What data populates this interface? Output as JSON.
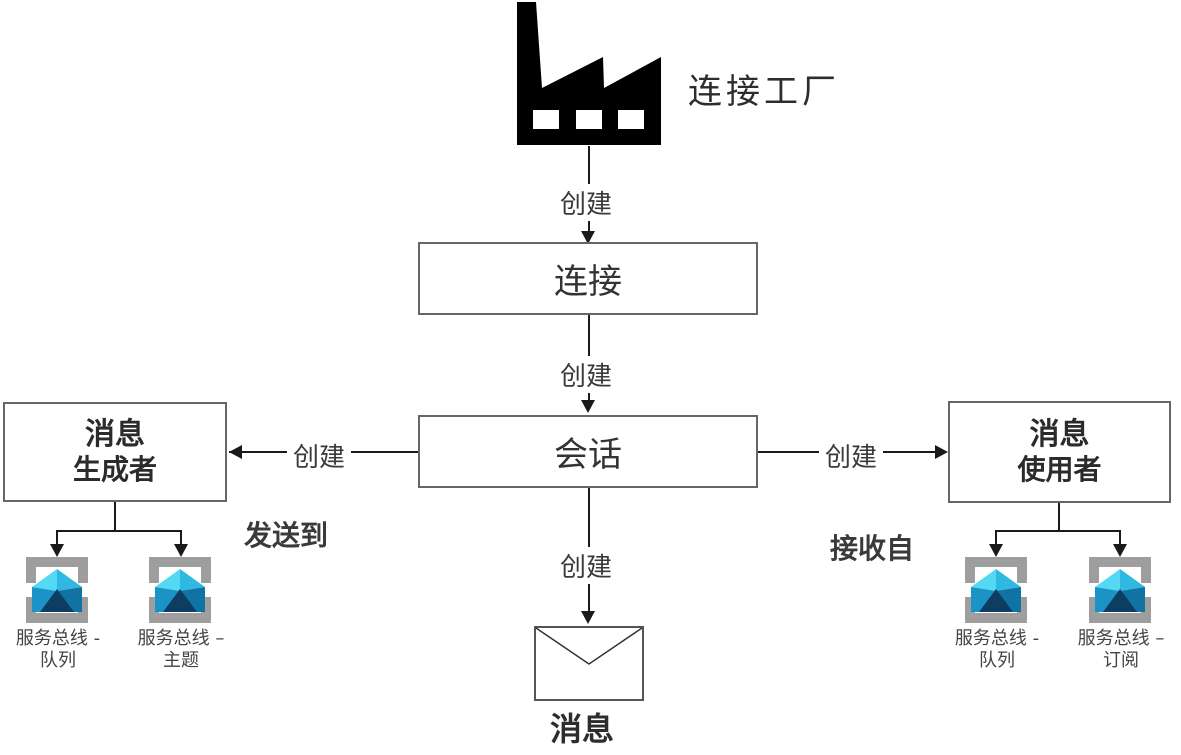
{
  "nodes": {
    "factory": {
      "label": "连接工厂"
    },
    "connection": {
      "label": "连接"
    },
    "session": {
      "label": "会话"
    },
    "producer": {
      "line1": "消息",
      "line2": "生成者"
    },
    "consumer": {
      "line1": "消息",
      "line2": "使用者"
    },
    "message": {
      "label": "消息"
    }
  },
  "edges": {
    "create": "创建",
    "send_to": "发送到",
    "receive_from": "接收自"
  },
  "service_bus_nodes": [
    {
      "line1": "服务总线 -",
      "line2": "队列"
    },
    {
      "line1": "服务总线 –",
      "line2": "主题"
    },
    {
      "line1": "服务总线 -",
      "line2": "队列"
    },
    {
      "line1": "服务总线 –",
      "line2": "订阅"
    }
  ],
  "icons": {
    "factory": "factory-icon",
    "service_bus": "service-bus-bracket-envelope-icon",
    "message": "envelope-icon"
  },
  "colors": {
    "background": "#FFFFFF",
    "line": "#1A1A1A",
    "box_border": "#666666",
    "text_primary": "#333333",
    "bracket_gray": "#9E9E9E",
    "envelope_flap_light": "#53D9F4",
    "envelope_flap_dark": "#2FB9E2",
    "envelope_left": "#1B93C6",
    "envelope_right": "#1172A4",
    "envelope_shadow": "#0D3D60",
    "factory_black": "#000000"
  }
}
